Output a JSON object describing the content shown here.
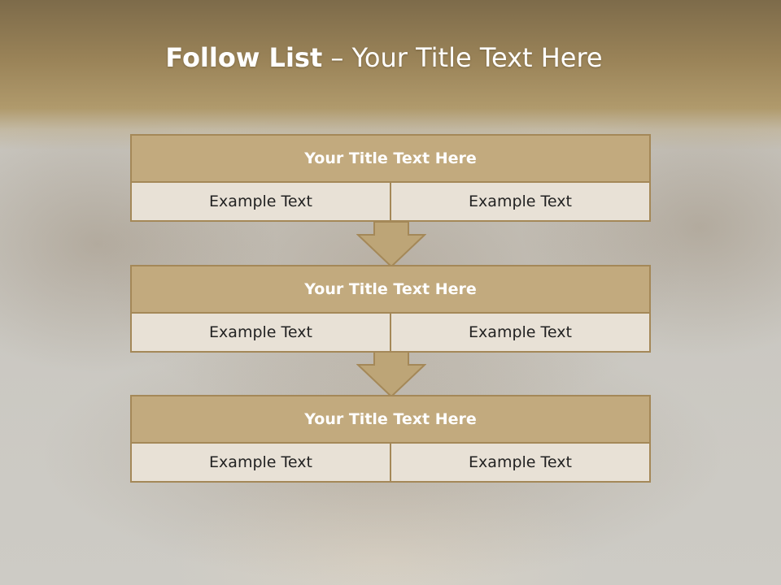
{
  "slide": {
    "title_bold": "Follow List",
    "title_rest": " – Your Title Text Here"
  },
  "steps": [
    {
      "title": "Your Title Text Here",
      "left": "Example Text",
      "right": "Example Text"
    },
    {
      "title": "Your Title Text Here",
      "left": "Example Text",
      "right": "Example Text"
    },
    {
      "title": "Your Title Text Here",
      "left": "Example Text",
      "right": "Example Text"
    }
  ],
  "colors": {
    "header_fill": "#c2aa7e",
    "border": "#a48858",
    "cell_fill": "#e8e1d6",
    "arrow_fill": "#bda577"
  }
}
